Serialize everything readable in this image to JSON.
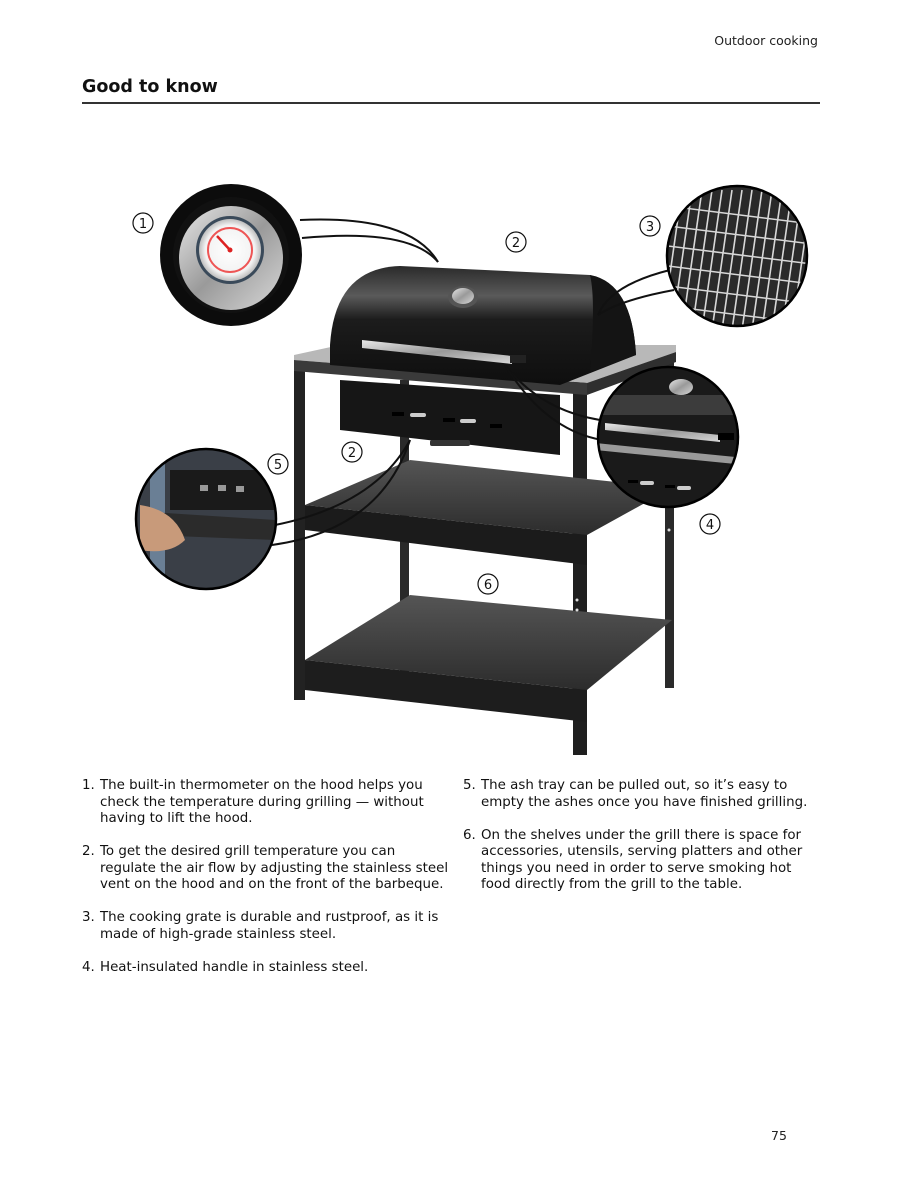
{
  "header": {
    "section_label": "Outdoor cooking",
    "title": "Good to know"
  },
  "illustration": {
    "subject": "charcoal barbecue grill on cart with shelves",
    "callouts": [
      {
        "number": "1",
        "detail": "thermometer"
      },
      {
        "number": "2",
        "detail": "hood vent"
      },
      {
        "number": "2",
        "detail": "front vent"
      },
      {
        "number": "3",
        "detail": "cooking grate"
      },
      {
        "number": "4",
        "detail": "handle"
      },
      {
        "number": "5",
        "detail": "ash tray"
      },
      {
        "number": "6",
        "detail": "shelves"
      }
    ]
  },
  "features": {
    "left": [
      {
        "num": "1.",
        "text": "The built-in thermometer on the hood helps you check the temperature during grilling — without having to lift the hood."
      },
      {
        "num": "2.",
        "text": "To get the desired grill temperature you can regulate the air flow by adjusting the stainless steel vent on the hood and on the front of the barbeque."
      },
      {
        "num": "3.",
        "text": "The cooking grate is durable and rustproof, as it is made of high-grade stainless steel."
      },
      {
        "num": "4.",
        "text": "Heat-insulated handle in stainless steel."
      }
    ],
    "right": [
      {
        "num": "5.",
        "text": "The ash tray can be pulled out, so it’s easy to empty the ashes once you have finished grilling."
      },
      {
        "num": "6.",
        "text": "On the shelves under the grill there is space for accessories, utensils, serving platters and other things you need in order to serve smoking hot food directly from the grill to the table."
      }
    ]
  },
  "footer": {
    "page_number": "75"
  }
}
